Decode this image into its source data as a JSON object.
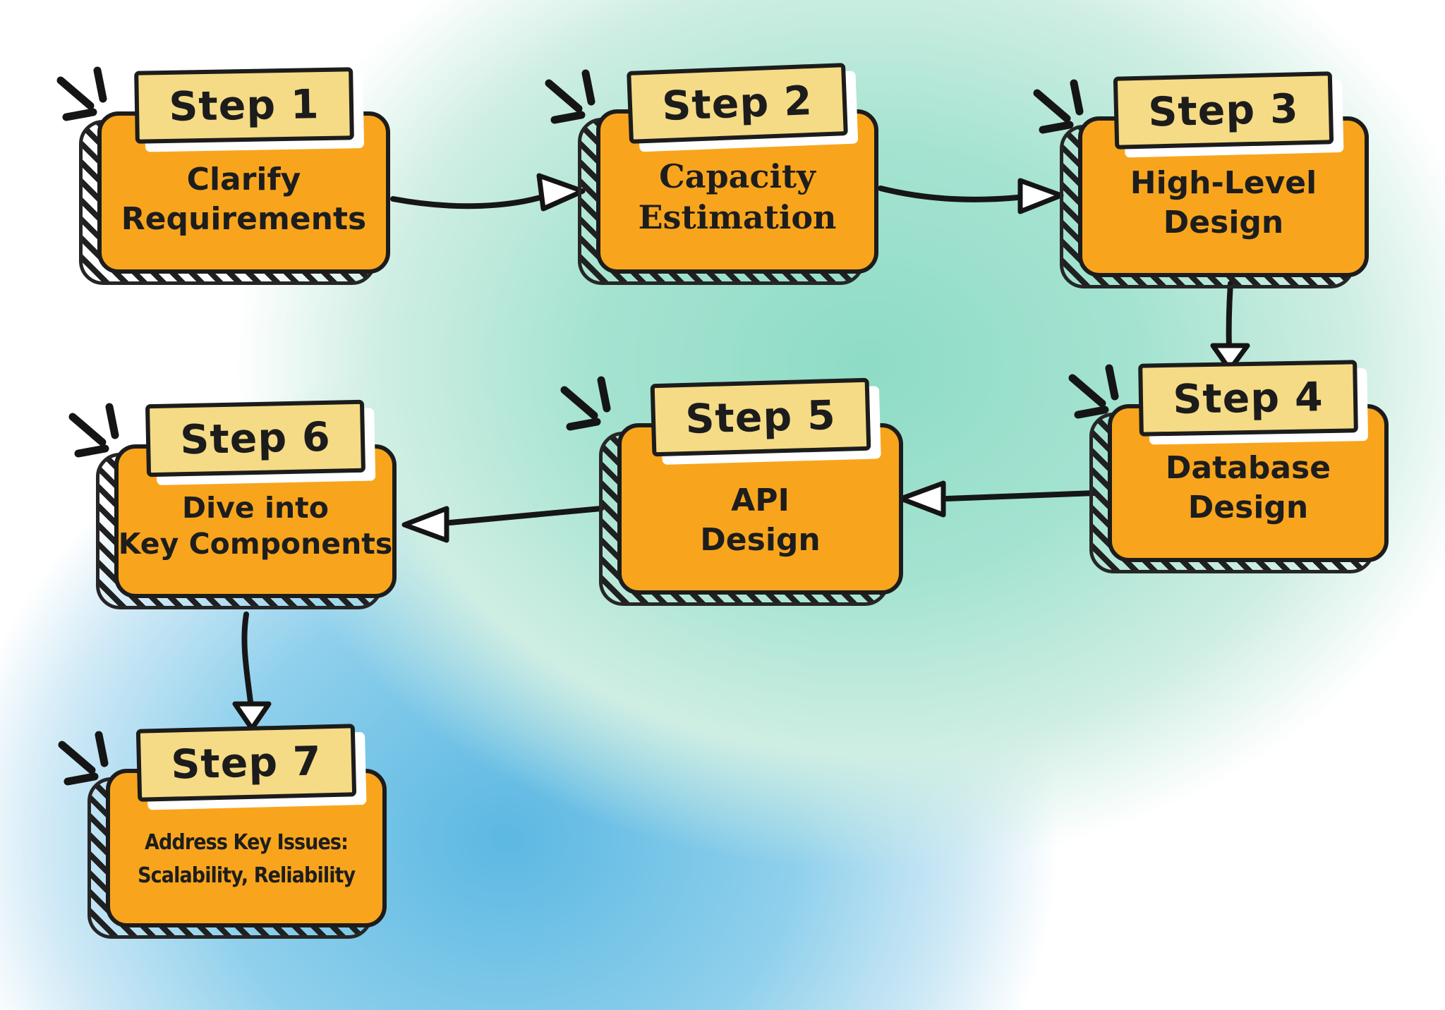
{
  "diagram": {
    "steps": [
      {
        "id": 1,
        "label": "Step 1",
        "title_lines": [
          "Clarify",
          "Requirements"
        ]
      },
      {
        "id": 2,
        "label": "Step 2",
        "title_lines": [
          "Capacity",
          "Estimation"
        ]
      },
      {
        "id": 3,
        "label": "Step 3",
        "title_lines": [
          "High-Level",
          "Design"
        ]
      },
      {
        "id": 4,
        "label": "Step 4",
        "title_lines": [
          "Database",
          "Design"
        ]
      },
      {
        "id": 5,
        "label": "Step 5",
        "title_lines": [
          "API",
          "Design"
        ]
      },
      {
        "id": 6,
        "label": "Step 6",
        "title_lines": [
          "Dive into",
          "Key Components"
        ]
      },
      {
        "id": 7,
        "label": "Step 7",
        "title_lines": [
          "Address Key Issues:",
          "Scalability, Reliability"
        ]
      }
    ],
    "connections": [
      {
        "from": "Step 1",
        "to": "Step 2"
      },
      {
        "from": "Step 2",
        "to": "Step 3"
      },
      {
        "from": "Step 3",
        "to": "Step 4"
      },
      {
        "from": "Step 4",
        "to": "Step 5"
      },
      {
        "from": "Step 5",
        "to": "Step 6"
      },
      {
        "from": "Step 6",
        "to": "Step 7"
      }
    ],
    "colors": {
      "card_fill": "#F8A51D",
      "label_fill": "#F5DB85",
      "ink": "#1C1C1C",
      "label_shadow": "#FFFFFF",
      "bg_mint": "#8EDCC6",
      "bg_blue": "#5CB8E2",
      "bg_base": "#FFFFFF"
    }
  }
}
